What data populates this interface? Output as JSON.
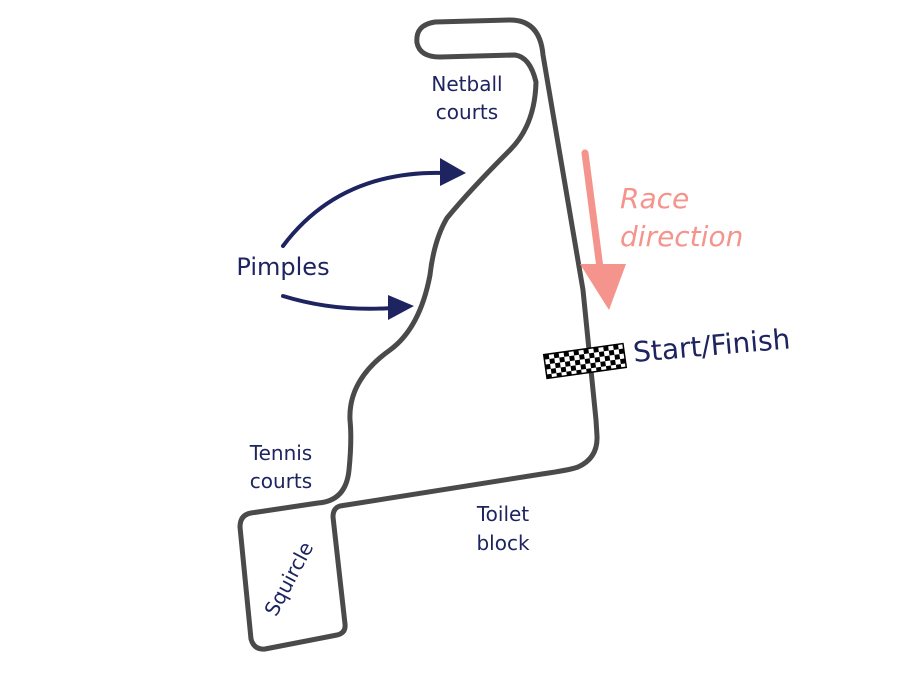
{
  "map": {
    "colors": {
      "track": "#4a4a4a",
      "label": "#1e2460",
      "race_direction": "#f4948c",
      "background": "#ffffff"
    },
    "labels": {
      "netball_line1": "Netball",
      "netball_line2": "courts",
      "pimples": "Pimples",
      "tennis_line1": "Tennis",
      "tennis_line2": "courts",
      "squircle": "Squircle",
      "toilet_line1": "Toilet",
      "toilet_line2": "block",
      "race_line1": "Race",
      "race_line2": "direction",
      "start_finish": "Start/Finish"
    },
    "icons": {
      "race_direction": "down-arrow-icon",
      "start_finish": "checkered-flag-icon",
      "pimples_pointer": "curved-arrow-icon"
    }
  }
}
